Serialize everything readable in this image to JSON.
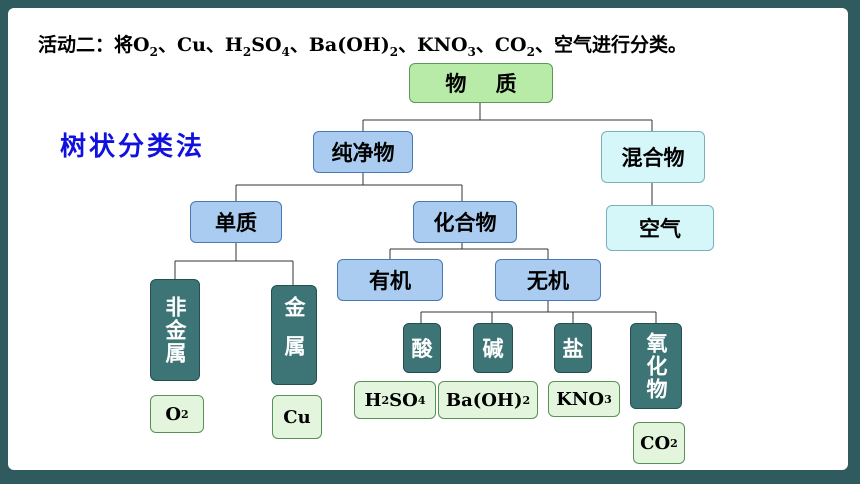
{
  "title": {
    "prefix": "活动二：将",
    "sep": "、",
    "end": "进行分类。",
    "items": [
      {
        "base": "O",
        "sub": "2"
      },
      {
        "base": "Cu",
        "sub": ""
      },
      {
        "base": "H",
        "sub": "2",
        "base2": "SO",
        "sub2": "4"
      },
      {
        "base": "Ba(OH)",
        "sub": "2"
      },
      {
        "base": "KNO",
        "sub": "3"
      },
      {
        "base": "CO",
        "sub": "2"
      },
      {
        "base": "空气",
        "sub": ""
      }
    ]
  },
  "method": "树状分类法",
  "nodes": {
    "root": "物    质",
    "pure": "纯净物",
    "mixture": "混合物",
    "air": "空气",
    "element": "单质",
    "compound": "化合物",
    "organic": "有机",
    "inorganic": "无机",
    "nonmetal": "非金属",
    "metal": "金属",
    "acid": "酸",
    "base": "碱",
    "salt": "盐",
    "oxide": "氧化物"
  },
  "examples": {
    "o2": {
      "base": "O",
      "sub": "2"
    },
    "cu": {
      "base": "Cu",
      "sub": ""
    },
    "h2so4": {
      "b1": "H",
      "s1": "2",
      "b2": "SO",
      "s2": "4"
    },
    "baoh2": {
      "base": "Ba(OH)",
      "sub": "2"
    },
    "kno3": {
      "base": "KNO",
      "sub": "3"
    },
    "co2": {
      "base": "CO",
      "sub": "2"
    }
  },
  "colors": {
    "background": "#2f5a5e",
    "slide": "#ffffff",
    "title_green": "#b8eaa8",
    "blue": "#a9ccf0",
    "cyan": "#d6f7f9",
    "teal": "#3d7577",
    "example": "#e3f6dd",
    "method_text": "#1010e0"
  }
}
